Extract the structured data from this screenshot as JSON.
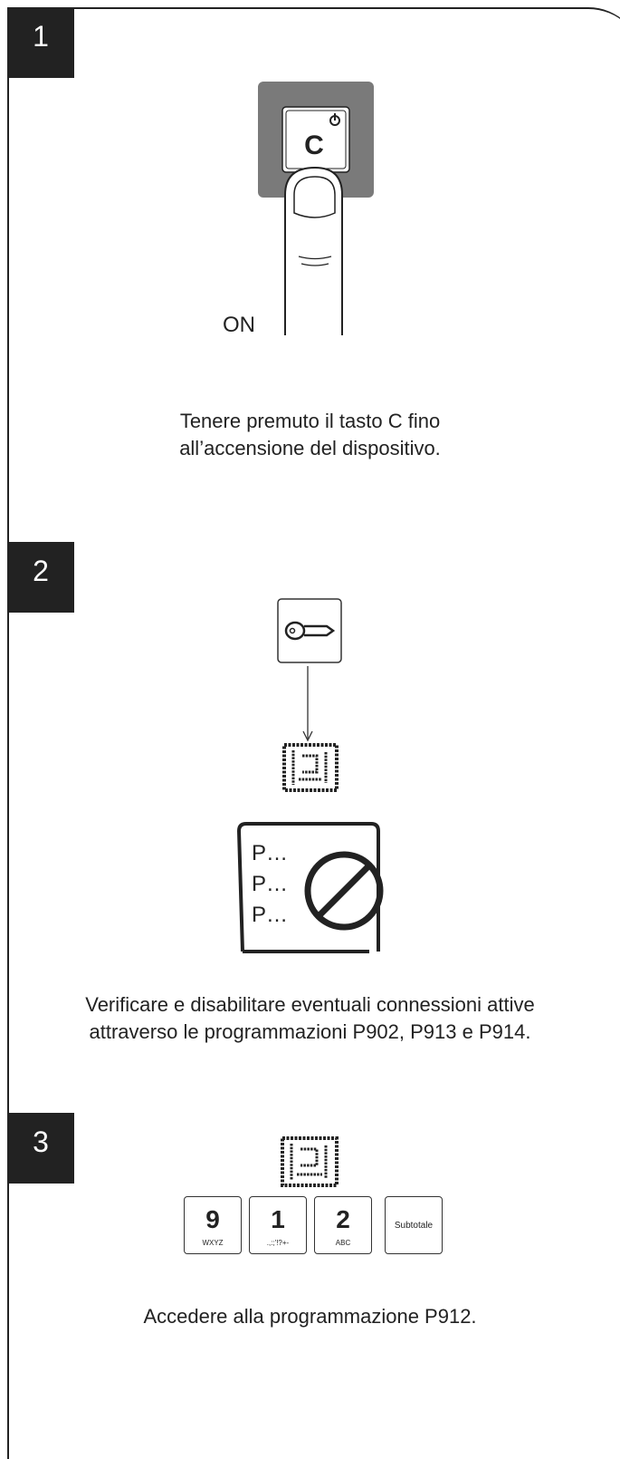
{
  "steps": [
    {
      "number": "1",
      "label_on": "ON",
      "key_letter": "C",
      "caption_lines": [
        "Tenere premuto il tasto C fino",
        "all’accensione del dispositivo."
      ]
    },
    {
      "number": "2",
      "list_items": [
        "P…",
        "P…",
        "P…"
      ],
      "caption_lines": [
        "Verificare e disabilitare eventuali connessioni attive",
        "attraverso le programmazioni P902, P913 e P914."
      ]
    },
    {
      "number": "3",
      "keys": [
        {
          "main": "9",
          "sub": "WXYZ"
        },
        {
          "main": "1",
          "sub": ".,:;'!?+-"
        },
        {
          "main": "2",
          "sub": "ABC"
        },
        {
          "text": "Subtotale"
        }
      ],
      "caption_lines": [
        "Accedere alla programmazione P912."
      ]
    }
  ],
  "icons": [
    "power-icon",
    "finger-icon",
    "key-icon",
    "arrow-down-icon",
    "programming-display-icon",
    "prohibited-icon"
  ]
}
